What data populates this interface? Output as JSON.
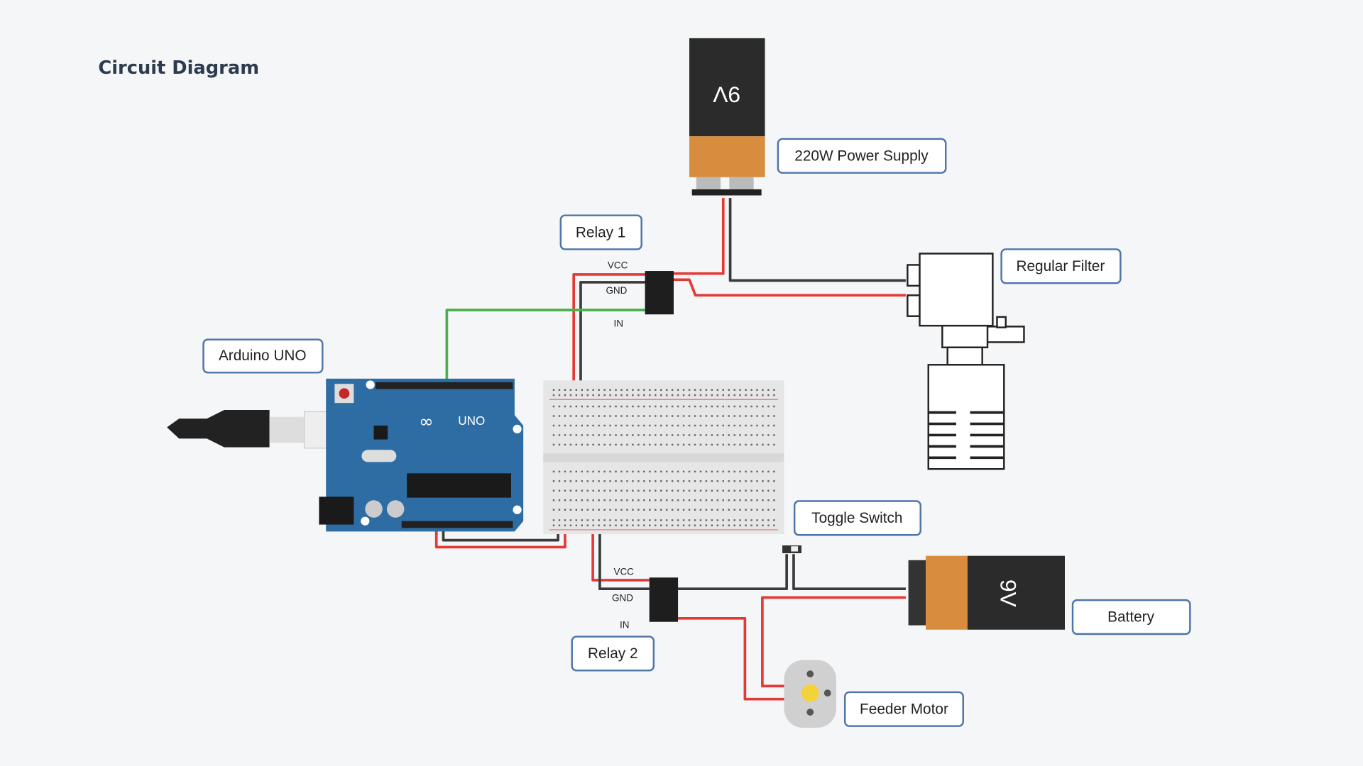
{
  "title": "Circuit Diagram",
  "colors": {
    "background": "#f4f6f8",
    "label_border": "#4f74a8",
    "wire_power": "#e53935",
    "wire_ground": "#3a3a3a",
    "wire_signal": "#4caf50",
    "arduino_board": "#2e6da4",
    "battery_body": "#2b2b2b",
    "battery_cap": "#d88c3e"
  },
  "components": {
    "power_supply": {
      "label": "220W Power Supply",
      "marking": "9V"
    },
    "relay1": {
      "label": "Relay 1",
      "pins": [
        "VCC",
        "GND",
        "IN"
      ]
    },
    "filter": {
      "label": "Regular Filter"
    },
    "arduino": {
      "label": "Arduino UNO",
      "logo_text": "UNO"
    },
    "toggle_switch": {
      "label": "Toggle Switch"
    },
    "battery": {
      "label": "Battery",
      "marking": "9V"
    },
    "relay2": {
      "label": "Relay 2",
      "pins": [
        "VCC",
        "GND",
        "IN"
      ]
    },
    "motor": {
      "label": "Feeder Motor"
    }
  }
}
